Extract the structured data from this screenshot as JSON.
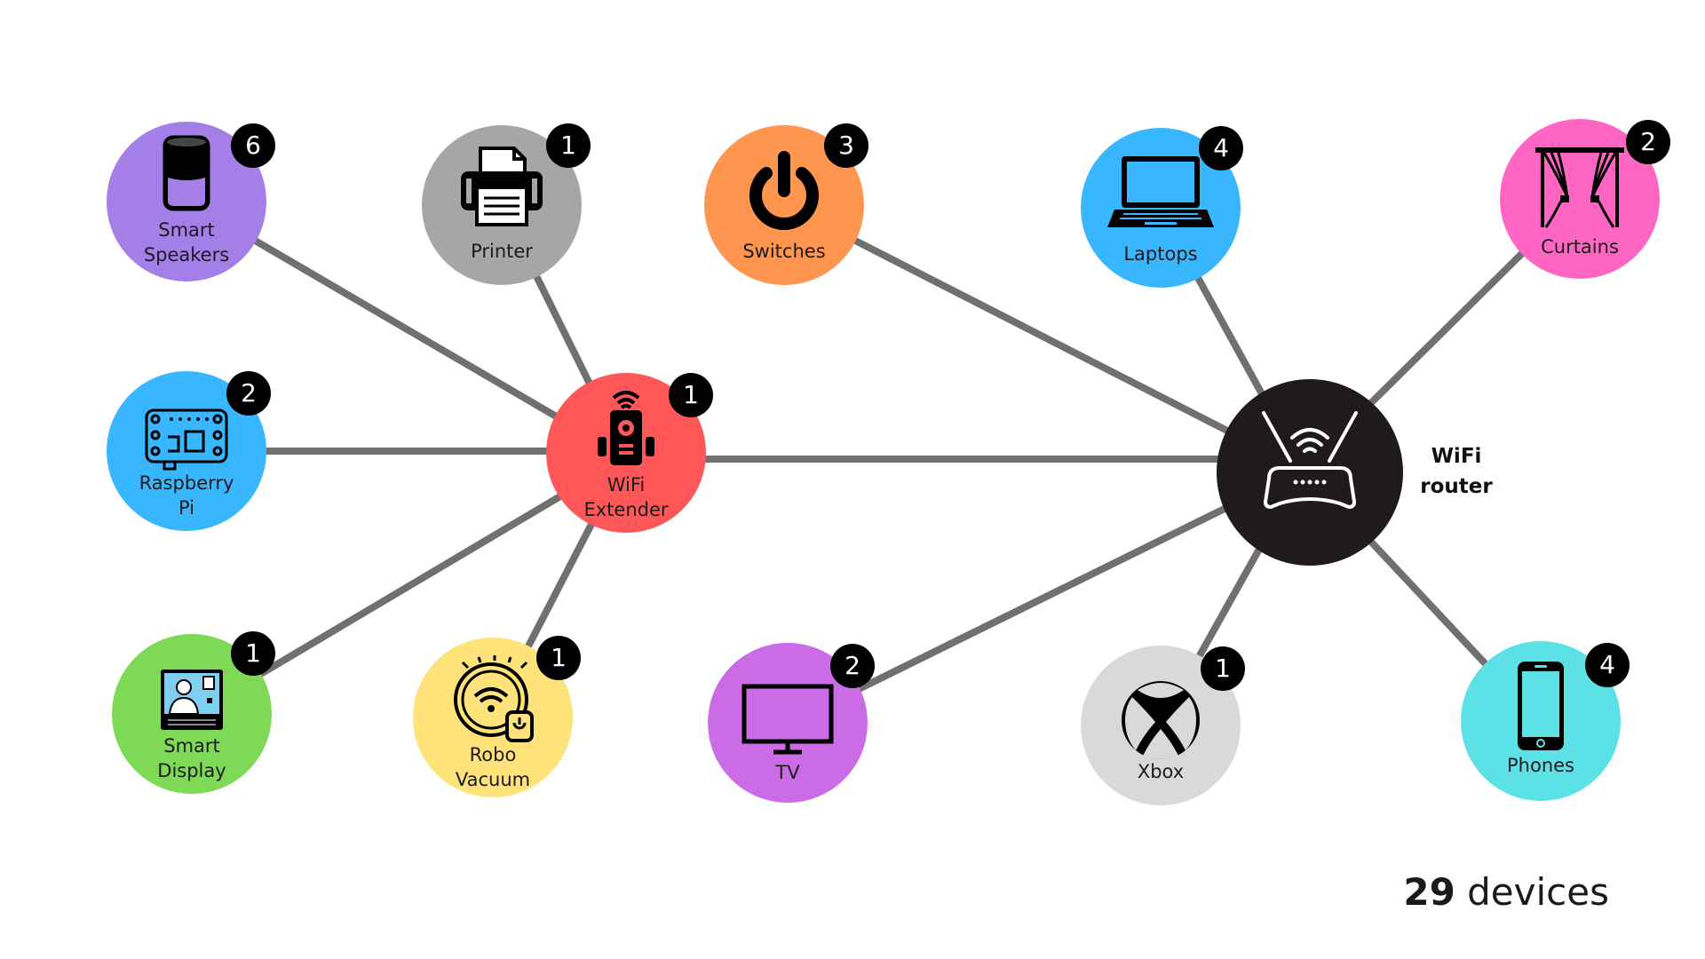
{
  "nodes": {
    "smart_speakers": {
      "label": "Smart\nSpeakers",
      "count": "6",
      "color": "#A57FE8",
      "icon": "smart-speaker-icon"
    },
    "printer": {
      "label": "Printer",
      "count": "1",
      "color": "#A6A6A6",
      "icon": "printer-icon"
    },
    "switches": {
      "label": "Switches",
      "count": "3",
      "color": "#FF9650",
      "icon": "power-icon"
    },
    "laptops": {
      "label": "Laptops",
      "count": "4",
      "color": "#38B6FF",
      "icon": "laptop-icon"
    },
    "curtains": {
      "label": "Curtains",
      "count": "2",
      "color": "#FF66C4",
      "icon": "curtains-icon"
    },
    "raspberry_pi": {
      "label": "Raspberry\nPi",
      "count": "2",
      "color": "#38B6FF",
      "icon": "circuit-board-icon"
    },
    "wifi_extender": {
      "label": "WiFi\nExtender",
      "count": "1",
      "color": "#FF5757",
      "icon": "wifi-extender-icon"
    },
    "smart_display": {
      "label": "Smart\nDisplay",
      "count": "1",
      "color": "#7ED957",
      "icon": "smart-display-icon"
    },
    "robo_vacuum": {
      "label": "Robo\nVacuum",
      "count": "1",
      "color": "#FFE27A",
      "icon": "robot-vacuum-icon"
    },
    "tv": {
      "label": "TV",
      "count": "2",
      "color": "#CB6CE6",
      "icon": "tv-icon"
    },
    "xbox": {
      "label": "Xbox",
      "count": "1",
      "color": "#D9D9D9",
      "icon": "xbox-icon"
    },
    "phones": {
      "label": "Phones",
      "count": "4",
      "color": "#5CE1E6",
      "icon": "phone-icon"
    }
  },
  "router": {
    "label": "WiFi\nrouter",
    "color": "#1F1B1B",
    "icon": "router-icon"
  },
  "total": {
    "number": "29",
    "unit": " devices"
  },
  "edge_color": "#707070"
}
